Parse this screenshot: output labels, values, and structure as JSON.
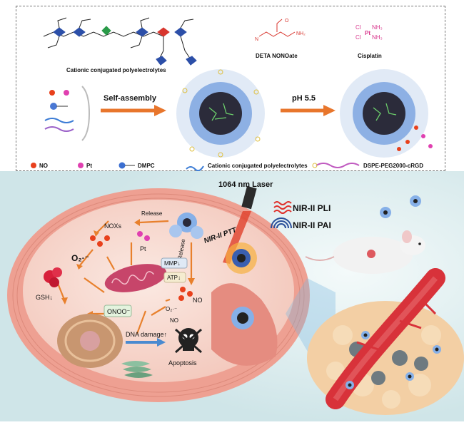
{
  "top": {
    "labels": {
      "polyelectrolyte": "Cationic conjugated polyelectrolytes",
      "donor": "DETA NONOate",
      "drug": "Cisplatin",
      "self_assembly": "Self-assembly",
      "ph": "pH 5.5"
    },
    "legend": [
      {
        "name": "NO",
        "icon": "no-sphere-icon",
        "color": "#e8401c"
      },
      {
        "name": "Pt",
        "icon": "pt-sphere-icon",
        "color": "#e040b0"
      },
      {
        "name": "DMPC",
        "icon": "lipid-icon",
        "color": "#3b6fd1"
      },
      {
        "name": "Cationic conjugated polyelectrolytes",
        "icon": "polymer-strand-icon",
        "color": "#3a7bd5"
      },
      {
        "name": "DSPE-PEG2000-cRGD",
        "icon": "peg-chain-icon",
        "color": "#c05ac0"
      }
    ]
  },
  "scene": {
    "laser": "1064 nm Laser",
    "imaging": [
      {
        "text": "NIR-II PLI",
        "icon": "photoluminescence-wave-icon",
        "color": "#e0302a"
      },
      {
        "text": "NIR-II PAI",
        "icon": "photoacoustic-wave-icon",
        "color": "#2a4f9a"
      }
    ],
    "cell": {
      "release_top": "Release",
      "release_side": "Release",
      "ptt": "NIR-II PTT",
      "noxs": "NOXs",
      "superoxide": "O₂·⁻",
      "superoxide_small": "O₂·⁻",
      "pt": "Pt",
      "mmp": "MMP↓",
      "atp": "ATP↓",
      "gsh": "GSH↓",
      "onoo": "ONOO⁻",
      "no_a": "NO",
      "no_b": "NO",
      "dna": "DNA damage↑",
      "apoptosis": "Apoptosis"
    },
    "colors": {
      "membrane": "#f1a79a",
      "cytoplasm": "#f6dcd2",
      "vessel": "#d8323a",
      "tumor": "#f3cfa4",
      "sky": "#dcecee"
    }
  }
}
